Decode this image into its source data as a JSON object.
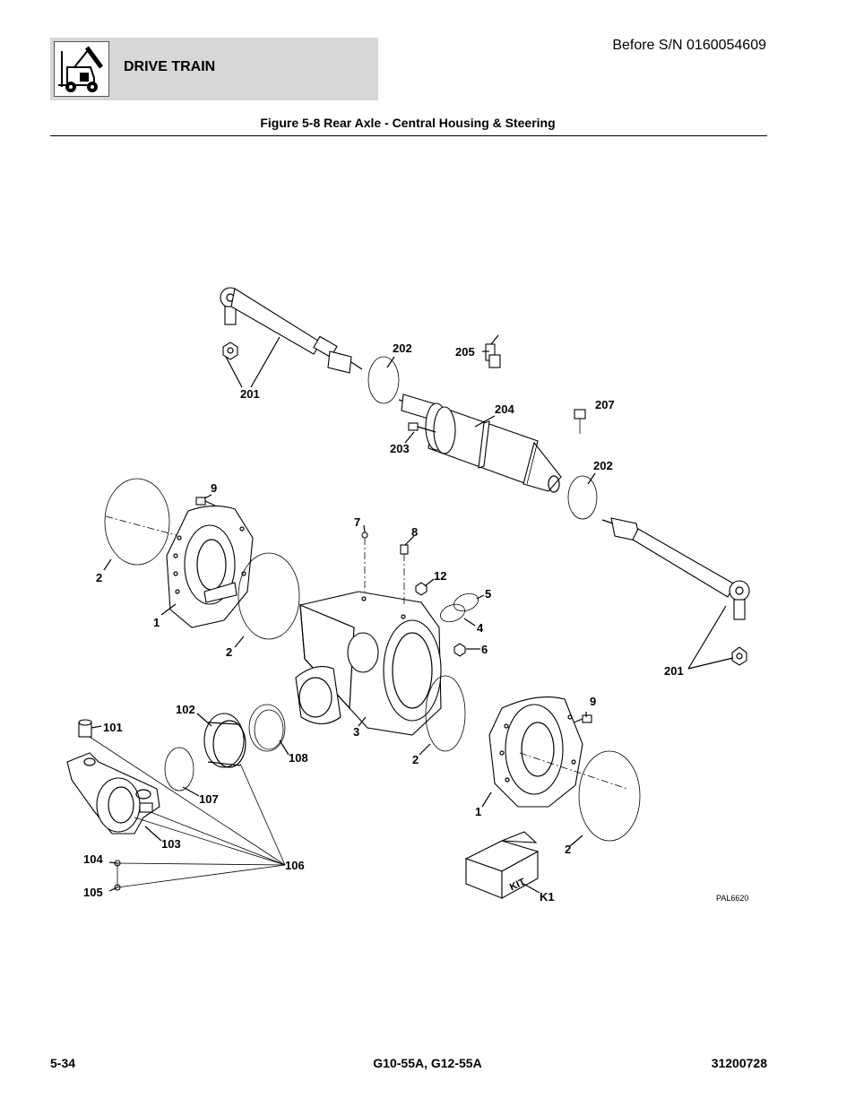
{
  "header": {
    "section_title": "DRIVE TRAIN",
    "serial": "Before S/N 0160054609",
    "logo_icon": "forklift-icon"
  },
  "figure": {
    "title": "Figure 5-8 Rear Axle - Central Housing & Steering",
    "code": "PAL6620",
    "callouts": [
      {
        "label": "201"
      },
      {
        "label": "202"
      },
      {
        "label": "205"
      },
      {
        "label": "204"
      },
      {
        "label": "207"
      },
      {
        "label": "203"
      },
      {
        "label": "202"
      },
      {
        "label": "9"
      },
      {
        "label": "2"
      },
      {
        "label": "1"
      },
      {
        "label": "7"
      },
      {
        "label": "8"
      },
      {
        "label": "12"
      },
      {
        "label": "5"
      },
      {
        "label": "4"
      },
      {
        "label": "2"
      },
      {
        "label": "6"
      },
      {
        "label": "201"
      },
      {
        "label": "102"
      },
      {
        "label": "101"
      },
      {
        "label": "9"
      },
      {
        "label": "108"
      },
      {
        "label": "3"
      },
      {
        "label": "2"
      },
      {
        "label": "107"
      },
      {
        "label": "1"
      },
      {
        "label": "103"
      },
      {
        "label": "2"
      },
      {
        "label": "104"
      },
      {
        "label": "106"
      },
      {
        "label": "105"
      },
      {
        "label": "K1"
      }
    ],
    "kit_label": "KIT"
  },
  "footer": {
    "page": "5-34",
    "models": "G10-55A, G12-55A",
    "doc_number": "31200728"
  }
}
